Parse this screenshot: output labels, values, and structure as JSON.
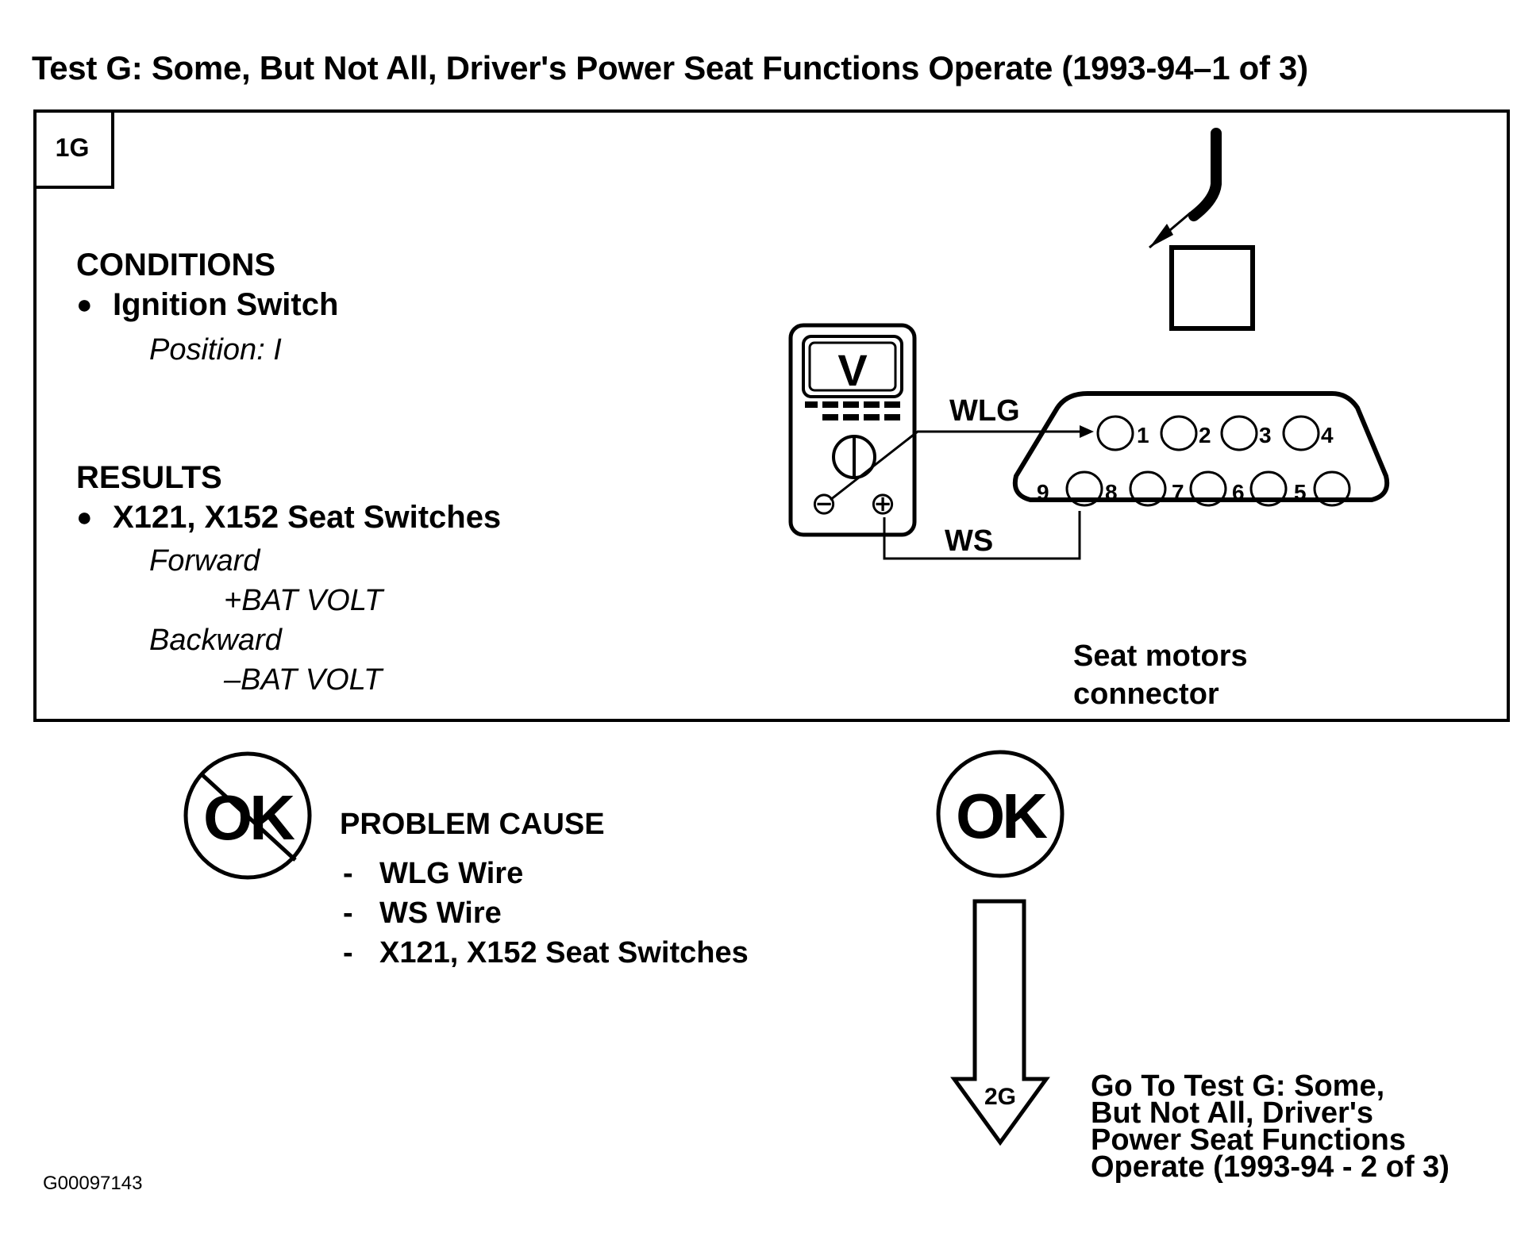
{
  "title": "Test G: Some, But Not All, Driver's Power Seat Functions Operate (1993-94–1 of 3)",
  "step": {
    "label": "1G"
  },
  "conditions": {
    "heading": "CONDITIONS",
    "item": "Ignition Switch",
    "detail": "Position: I"
  },
  "results": {
    "heading": "RESULTS",
    "item": "X121, X152 Seat Switches",
    "forward_label": "Forward",
    "forward_value": "+BAT VOLT",
    "backward_label": "Backward",
    "backward_value": "–BAT VOLT"
  },
  "meter": {
    "display": "V",
    "neg_symbol": "⊖",
    "pos_symbol": "⊕",
    "wire_to_pin1": "WLG",
    "wire_to_pin8": "WS"
  },
  "connector": {
    "top_pins": [
      "1",
      "2",
      "3",
      "4"
    ],
    "bottom_pins": [
      "9",
      "8",
      "7",
      "6",
      "5"
    ],
    "caption_line1": "Seat motors",
    "caption_line2": "connector"
  },
  "not_ok": {
    "badge": "OK",
    "heading": "PROBLEM CAUSE",
    "causes": [
      "WLG  Wire",
      "WS  Wire",
      "X121,  X152  Seat Switches"
    ]
  },
  "ok": {
    "badge": "OK",
    "next_step": "2G",
    "next_lines": [
      "Go To Test G: Some,",
      "But Not All, Driver's",
      "Power Seat Functions",
      "Operate (1993-94 - 2 of 3)"
    ]
  },
  "doc_id": "G00097143"
}
